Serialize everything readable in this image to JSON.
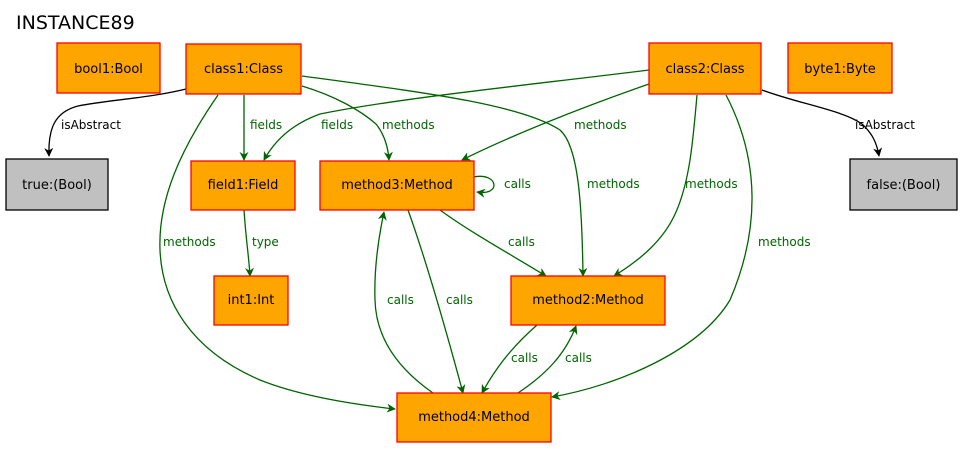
{
  "title": "INSTANCE89",
  "colors": {
    "object_fill": "#FFA500",
    "object_border": "#FF0000",
    "value_fill": "#C0C0C0",
    "edge_green": "#006400",
    "edge_black": "#000000"
  },
  "nodes": {
    "bool1": "bool1:Bool",
    "class1": "class1:Class",
    "class2": "class2:Class",
    "byte1": "byte1:Byte",
    "true": "true:(Bool)",
    "false": "false:(Bool)",
    "field1": "field1:Field",
    "method3": "method3:Method",
    "int1": "int1:Int",
    "method2": "method2:Method",
    "method4": "method4:Method"
  },
  "edges": {
    "class1_true": "isAbstract",
    "class2_false": "isAbstract",
    "class1_field1": "fields",
    "class2_field1": "fields",
    "class1_method3": "methods",
    "class2_method3": "methods",
    "class1_method2": "methods",
    "class2_method2": "methods",
    "class1_method4": "methods",
    "class2_method4": "methods",
    "field1_int1": "type",
    "method3_method3": "calls",
    "method3_method2": "calls",
    "method3_method4": "calls",
    "method4_method3": "calls",
    "method2_method4": "calls",
    "method4_method2": "calls"
  }
}
